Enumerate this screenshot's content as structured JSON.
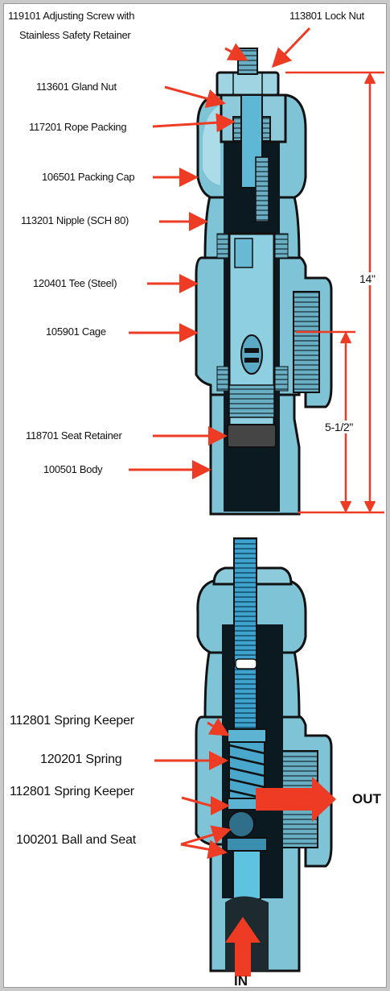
{
  "colors": {
    "outline": "#111111",
    "body_blue": "#7ec3d6",
    "body_light": "#b9e2ee",
    "stem_blue": "#4fb0d3",
    "dark_interior": "#0b1a20",
    "arrow_red": "#ee3b24",
    "background": "#ffffff"
  },
  "top_diagram": {
    "labels": [
      {
        "text": "119101 Adjusting Screw with"
      },
      {
        "text": "Stainless Safety Retainer"
      },
      {
        "text": "113801 Lock Nut"
      },
      {
        "text": "113601 Gland Nut"
      },
      {
        "text": "117201 Rope Packing"
      },
      {
        "text": "106501 Packing Cap"
      },
      {
        "text": "113201 Nipple (SCH 80)"
      },
      {
        "text": "120401 Tee (Steel)"
      },
      {
        "text": "105901 Cage"
      },
      {
        "text": "118701 Seat Retainer"
      },
      {
        "text": "100501 Body"
      }
    ],
    "dimensions": [
      {
        "text": "14\""
      },
      {
        "text": "5-1/2\""
      }
    ]
  },
  "bottom_diagram": {
    "labels": [
      {
        "text": "112801 Spring Keeper"
      },
      {
        "text": "120201 Spring"
      },
      {
        "text": "112801 Spring Keeper"
      },
      {
        "text": "100201 Ball and Seat"
      }
    ],
    "flow": {
      "out": "OUT",
      "in": "IN"
    }
  }
}
